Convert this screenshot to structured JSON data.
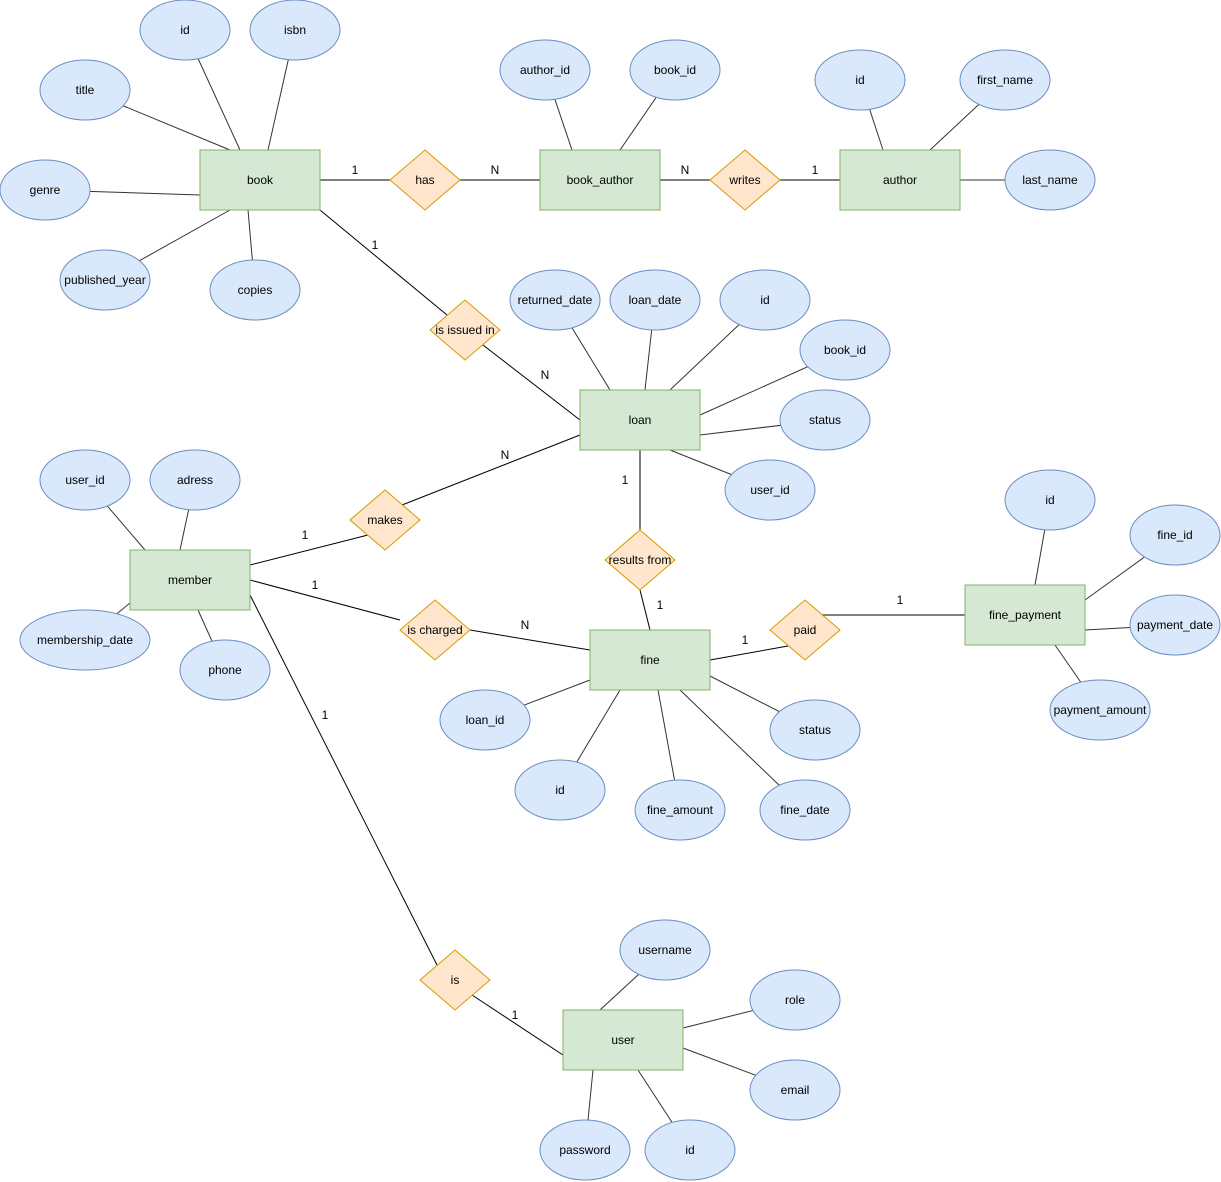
{
  "entities": {
    "book": {
      "label": "book",
      "attributes": {
        "id": "id",
        "isbn": "isbn",
        "title": "title",
        "genre": "genre",
        "published_year": "published_year",
        "copies": "copies"
      }
    },
    "book_author": {
      "label": "book_author",
      "attributes": {
        "author_id": "author_id",
        "book_id": "book_id"
      }
    },
    "author": {
      "label": "author",
      "attributes": {
        "id": "id",
        "first_name": "first_name",
        "last_name": "last_name"
      }
    },
    "loan": {
      "label": "loan",
      "attributes": {
        "returned_date": "returned_date",
        "loan_date": "loan_date",
        "id": "id",
        "book_id": "book_id",
        "status": "status",
        "user_id": "user_id"
      }
    },
    "member": {
      "label": "member",
      "attributes": {
        "user_id": "user_id",
        "adress": "adress",
        "membership_date": "membership_date",
        "phone": "phone"
      }
    },
    "fine": {
      "label": "fine",
      "attributes": {
        "loan_id": "loan_id",
        "id": "id",
        "fine_amount": "fine_amount",
        "fine_date": "fine_date",
        "status": "status"
      }
    },
    "fine_payment": {
      "label": "fine_payment",
      "attributes": {
        "id": "id",
        "fine_id": "fine_id",
        "payment_date": "payment_date",
        "payment_amount": "payment_amount"
      }
    },
    "user": {
      "label": "user",
      "attributes": {
        "username": "username",
        "role": "role",
        "email": "email",
        "password": "password",
        "id": "id"
      }
    }
  },
  "relationships": {
    "has": {
      "label": "has",
      "from": "book",
      "to": "book_author",
      "from_card": "1",
      "to_card": "N"
    },
    "writes": {
      "label": "writes",
      "from": "book_author",
      "to": "author",
      "from_card": "N",
      "to_card": "1"
    },
    "is_issued_in": {
      "label": "is issued in",
      "from": "book",
      "to": "loan",
      "from_card": "1",
      "to_card": "N"
    },
    "makes": {
      "label": "makes",
      "from": "member",
      "to": "loan",
      "from_card": "1",
      "to_card": "N"
    },
    "results_from": {
      "label": "results from",
      "from": "loan",
      "to": "fine",
      "from_card": "1",
      "to_card": "1"
    },
    "is_charged": {
      "label": "is charged",
      "from": "member",
      "to": "fine",
      "from_card": "1",
      "to_card": "N"
    },
    "paid": {
      "label": "paid",
      "from": "fine",
      "to": "fine_payment",
      "from_card": "1",
      "to_card": "1"
    },
    "is": {
      "label": "is",
      "from": "member",
      "to": "user",
      "from_card": "1",
      "to_card": "1"
    }
  }
}
